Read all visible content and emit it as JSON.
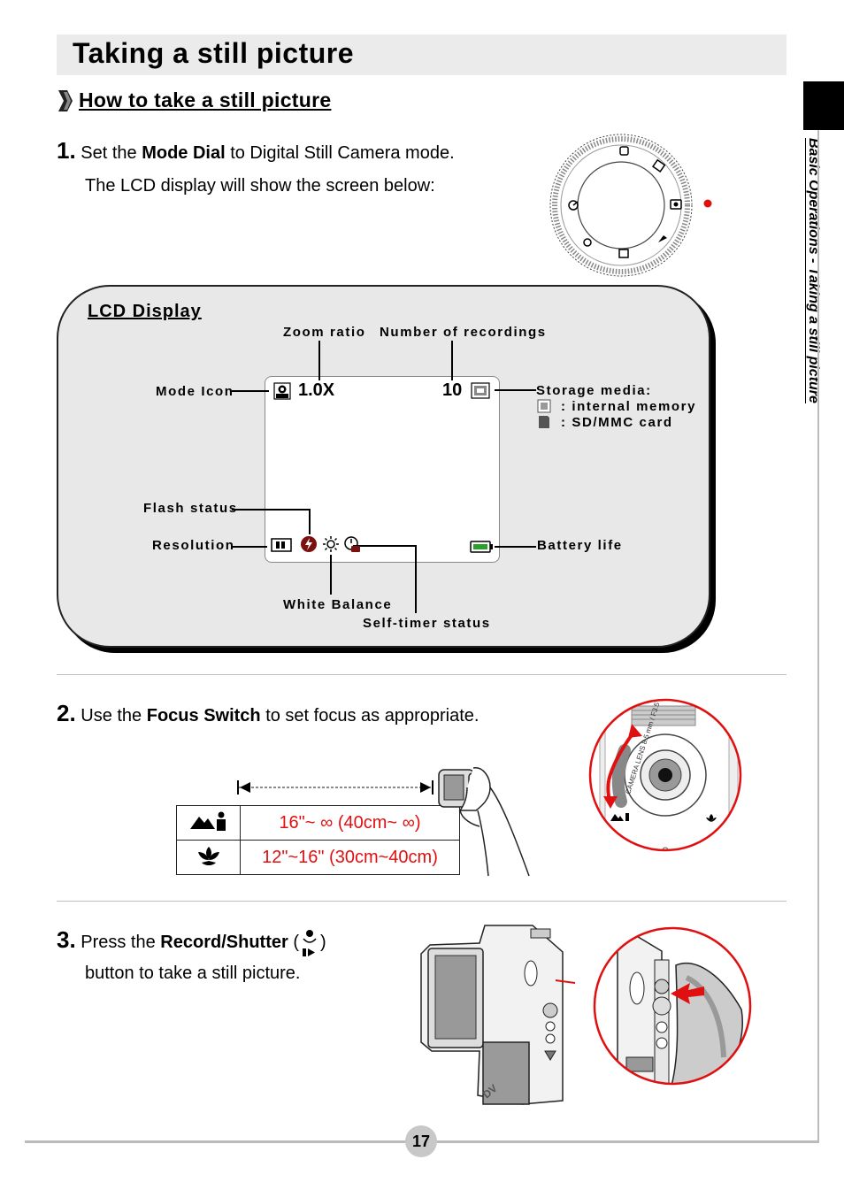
{
  "page": {
    "title": "Taking a still picture",
    "subheading": "How to take a still picture",
    "side_label": "Basic Operations - Taking a still picture",
    "page_number": "17"
  },
  "step1": {
    "num": "1.",
    "pre": "Set the ",
    "bold": "Mode Dial",
    "post": " to Digital Still Camera mode.",
    "line2": "The LCD display will show the screen below:"
  },
  "lcd": {
    "heading": "LCD Display",
    "zoom_value": "1.0X",
    "recordings_value": "10",
    "labels": {
      "zoom": "Zoom ratio",
      "recordings": "Number of recordings",
      "mode": "Mode Icon",
      "storage": "Storage media:",
      "internal": ": internal memory",
      "sd": ": SD/MMC card",
      "flash": "Flash status",
      "resolution": "Resolution",
      "battery": "Battery life",
      "white_balance": "White Balance",
      "self_timer": "Self-timer status"
    }
  },
  "step2": {
    "num": "2.",
    "pre": "Use the ",
    "bold": "Focus Switch",
    "post": " to set focus as appropriate.",
    "rows": [
      "16\"~ ∞ (40cm~ ∞)",
      "12\"~16\" (30cm~40cm)"
    ],
    "lens_text": "CAMERA LENS 8.5 mm / F3.5"
  },
  "step3": {
    "num": "3.",
    "pre": "Press the ",
    "bold": "Record/Shutter",
    "paren_open": " (",
    "paren_close": ")",
    "line2": "button to take a still picture."
  },
  "colors": {
    "accent_red": "#e01010",
    "title_bg": "#ebebeb",
    "lcd_bg": "#e8e8e8"
  }
}
